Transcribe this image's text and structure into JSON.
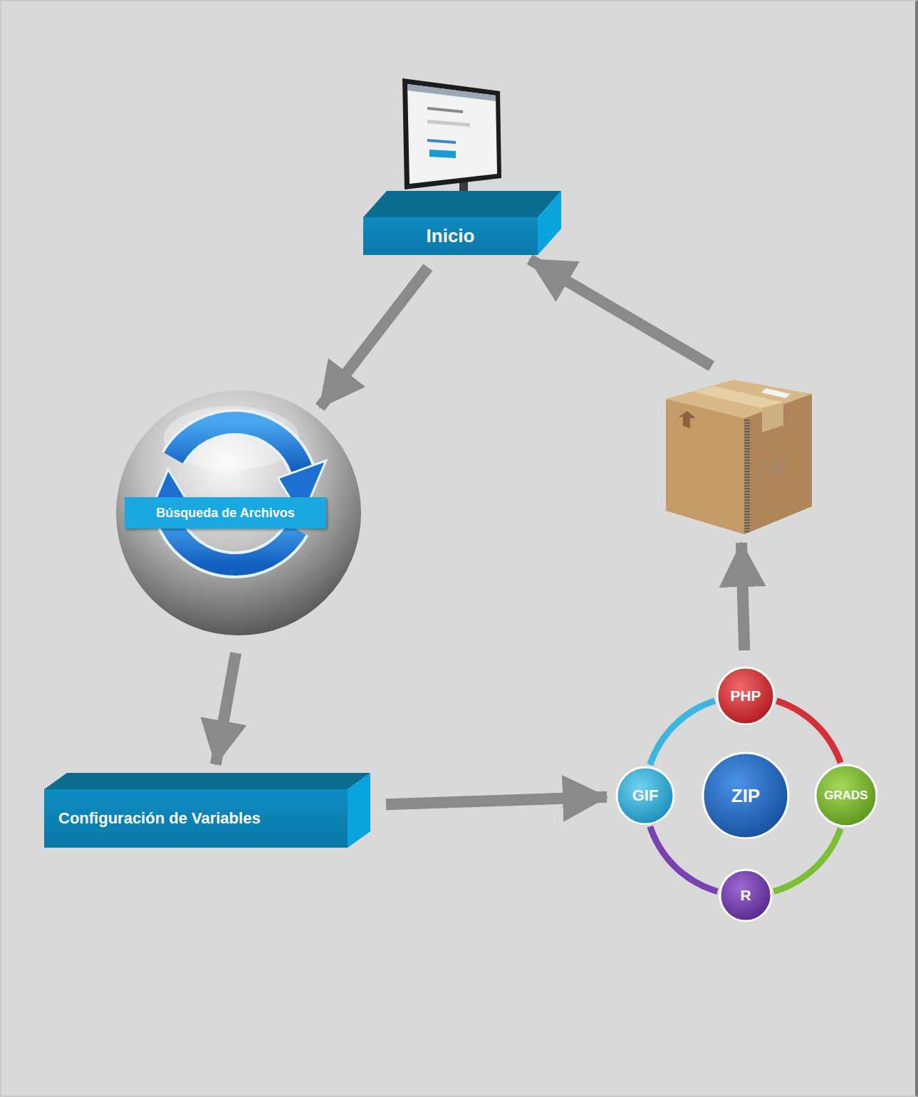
{
  "diagram": {
    "nodes": [
      {
        "text": [
          "Inicio"
        ]
      },
      {
        "text": [
          "ZIP"
        ]
      },
      {
        "text": [
          "Búsqueda de Archivos"
        ]
      },
      {
        "text": [
          "PHP"
        ]
      },
      {
        "text": [
          "GIF"
        ]
      },
      {
        "text": [
          "ZIP"
        ]
      },
      {
        "text": [
          "GRADS"
        ]
      },
      {
        "text": [
          "Configuración de Variables"
        ]
      },
      {
        "text": [
          "R"
        ]
      }
    ],
    "edges": [
      {
        "from": 0,
        "to": 2,
        "arrow": "to"
      },
      {
        "from": 2,
        "to": 7,
        "arrow": "to"
      },
      {
        "from": 7,
        "to": 4,
        "arrow": "to"
      },
      {
        "from": 3,
        "to": 1,
        "arrow": "to"
      },
      {
        "from": 1,
        "to": 0,
        "arrow": "to"
      },
      {
        "from": 3,
        "to": 6,
        "arrow": "none"
      },
      {
        "from": 6,
        "to": 8,
        "arrow": "none"
      },
      {
        "from": 8,
        "to": 4,
        "arrow": "none"
      },
      {
        "from": 4,
        "to": 3,
        "arrow": "none"
      }
    ]
  }
}
